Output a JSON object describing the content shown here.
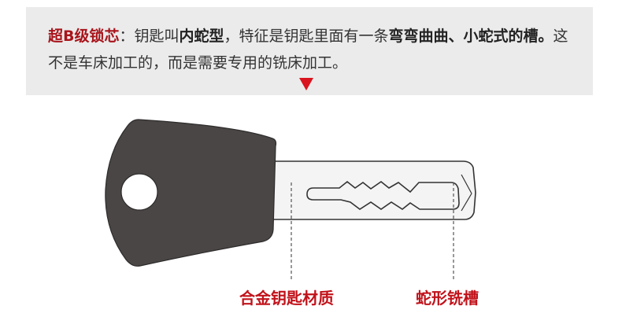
{
  "callout": {
    "lead": "超B级锁芯",
    "sep": "：钥匙叫",
    "type_name": "内蛇型",
    "mid": "，特征是钥匙里面有一条",
    "feature": "弯弯曲曲、小蛇式的槽。",
    "tail": "这不是车床加工的，而是需要专用的铣床加工。"
  },
  "labels": {
    "material": "合金钥匙材质",
    "groove": "蛇形铣槽"
  },
  "colors": {
    "accent_red": "#c1121a",
    "pointer_red": "#d9141e",
    "key_head": "#4a4646",
    "callout_bg": "#ebebeb"
  }
}
